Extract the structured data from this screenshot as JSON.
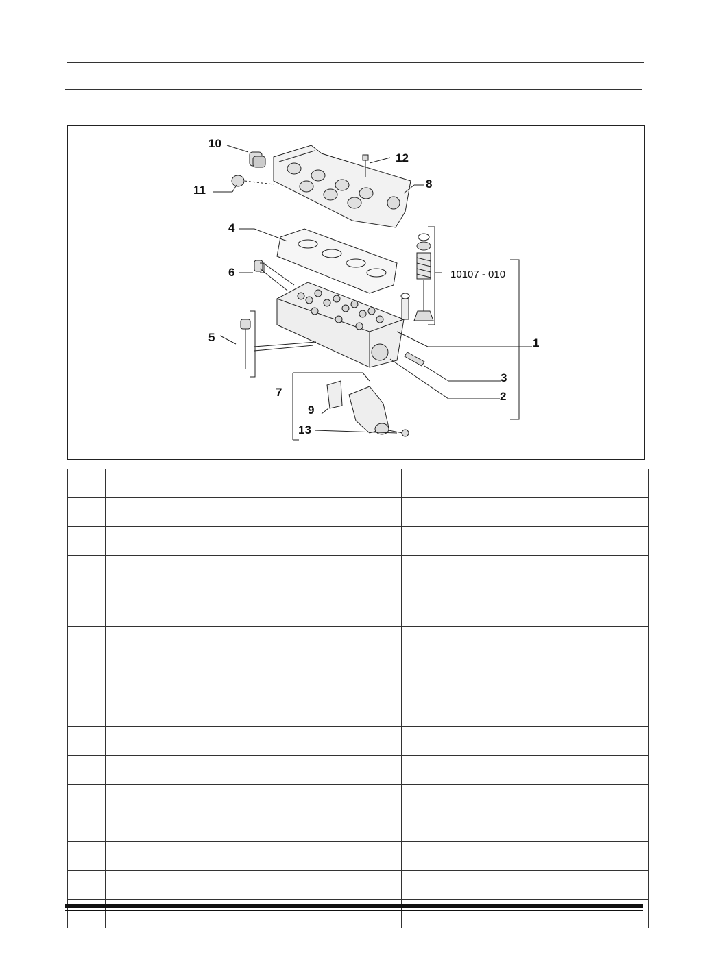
{
  "figure": {
    "reference_code": "10107 - 010",
    "callouts": [
      "10",
      "11",
      "12",
      "8",
      "4",
      "6",
      "5",
      "1",
      "3",
      "2",
      "7",
      "9",
      "13"
    ]
  },
  "table": {
    "rows": [
      {
        "c1": "",
        "c2": "",
        "c3": "",
        "c4": "",
        "c5": ""
      },
      {
        "c1": "",
        "c2": "",
        "c3": "",
        "c4": "",
        "c5": ""
      },
      {
        "c1": "",
        "c2": "",
        "c3": "",
        "c4": "",
        "c5": ""
      },
      {
        "c1": "",
        "c2": "",
        "c3": "",
        "c4": "",
        "c5": ""
      },
      {
        "c1": "",
        "c2": "",
        "c3": "",
        "c4": "",
        "c5": ""
      },
      {
        "c1": "",
        "c2": "",
        "c3": "",
        "c4": "",
        "c5": ""
      },
      {
        "c1": "",
        "c2": "",
        "c3": "",
        "c4": "",
        "c5": ""
      },
      {
        "c1": "",
        "c2": "",
        "c3": "",
        "c4": "",
        "c5": ""
      },
      {
        "c1": "",
        "c2": "",
        "c3": "",
        "c4": "",
        "c5": ""
      },
      {
        "c1": "",
        "c2": "",
        "c3": "",
        "c4": "",
        "c5": ""
      },
      {
        "c1": "",
        "c2": "",
        "c3": "",
        "c4": "",
        "c5": ""
      },
      {
        "c1": "",
        "c2": "",
        "c3": "",
        "c4": "",
        "c5": ""
      },
      {
        "c1": "",
        "c2": "",
        "c3": "",
        "c4": "",
        "c5": ""
      },
      {
        "c1": "",
        "c2": "",
        "c3": "",
        "c4": "",
        "c5": ""
      },
      {
        "c1": "",
        "c2": "",
        "c3": "",
        "c4": "",
        "c5": ""
      }
    ]
  }
}
